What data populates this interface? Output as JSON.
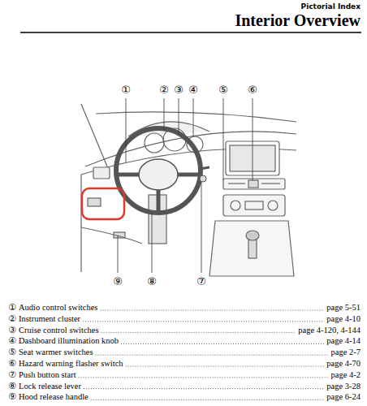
{
  "diagram": {
    "title": "Interior Overview",
    "labels": [
      "Pictorial Index",
      "①",
      "②",
      "③",
      "④",
      "⑤",
      "⑥",
      "⑨",
      "⑧",
      "⑦",
      "①",
      "Audio control switches",
      "page 5-51",
      "②",
      "Instrument cluster",
      "page 4-10",
      "③",
      "Cruise control switches",
      "page 4-120, 4-144",
      "④",
      "Dashboard illumination knob",
      "page 4-14",
      "⑤",
      "Seat warmer switches",
      "page 2-7",
      "⑥",
      "Hazard warning flasher switch",
      "page 4-70",
      "⑦",
      "Push button start",
      "page 4-2",
      "⑧",
      "Lock release lever",
      "page 3-28",
      "⑨",
      "Hood release handle",
      "page 6-24"
    ]
  }
}
